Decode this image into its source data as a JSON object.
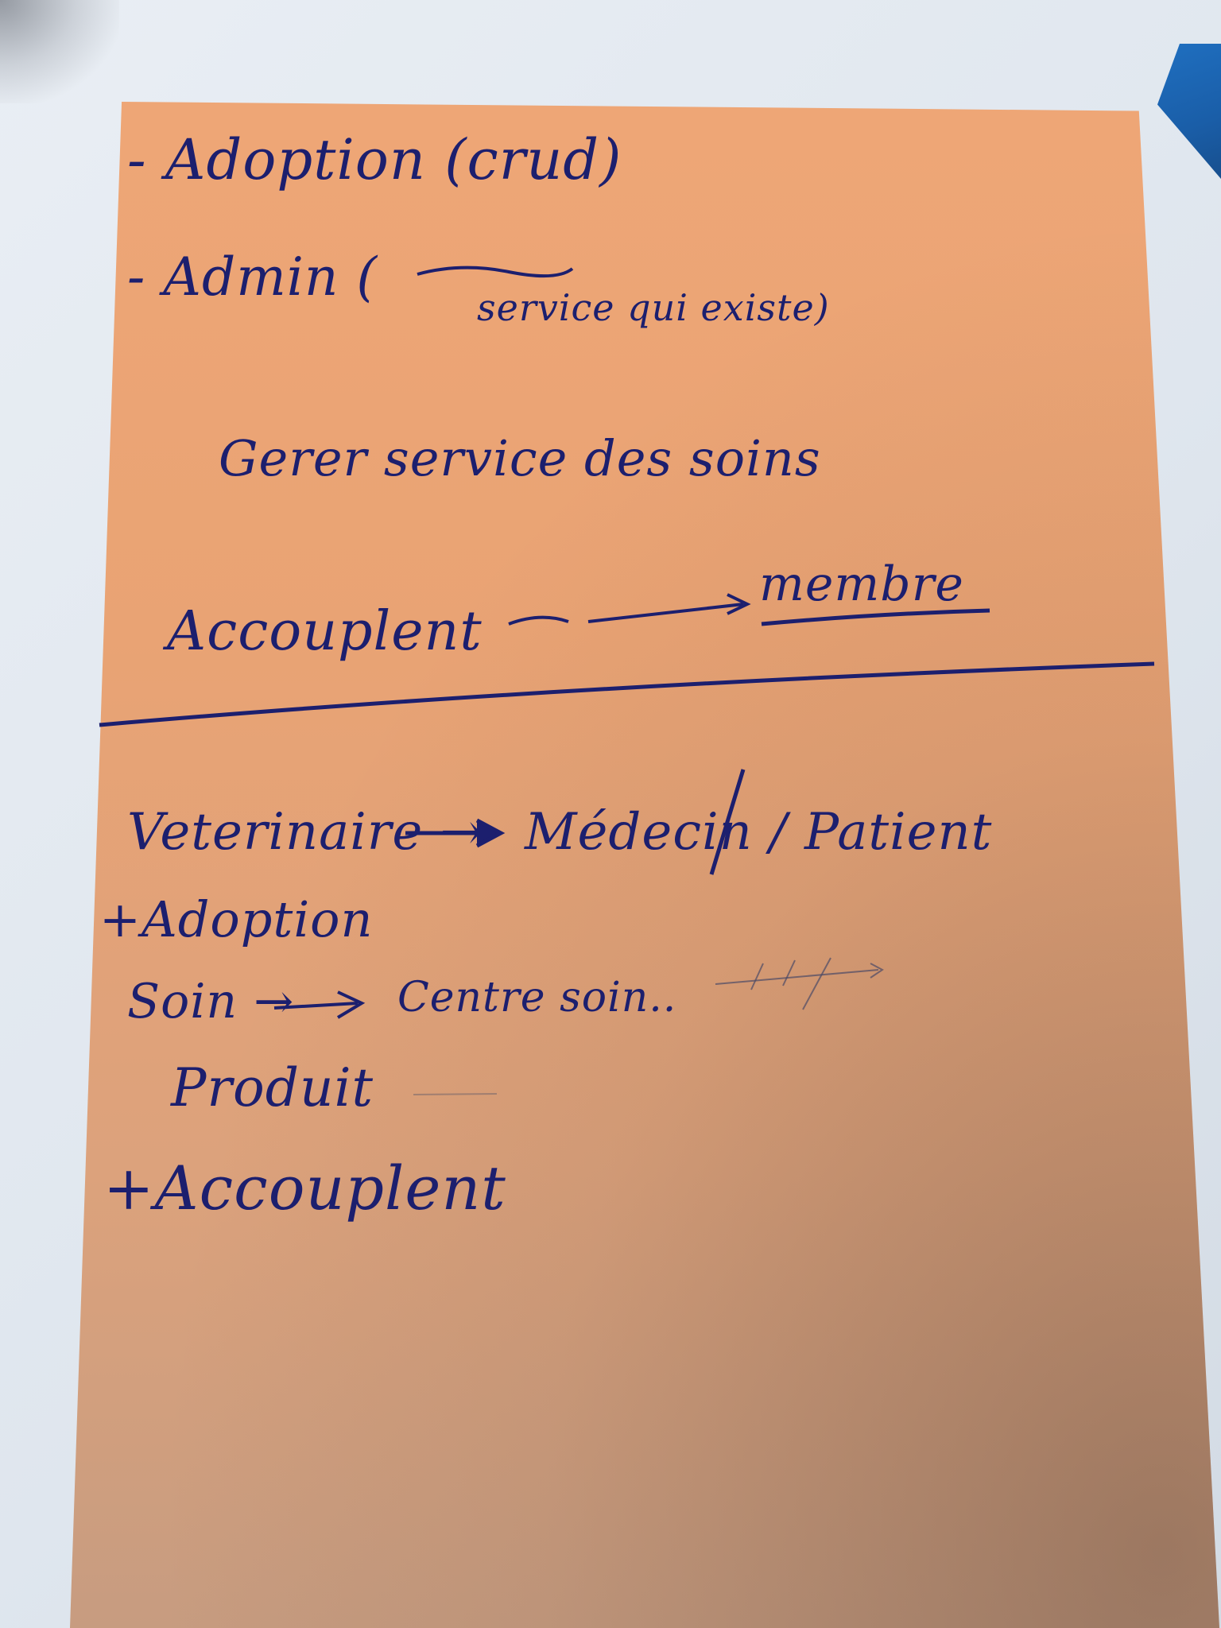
{
  "note": {
    "lines": [
      "- Adoption (crud)",
      "- Admin (",
      "service qui existe)",
      "Gerer service des soins",
      "Accouplent",
      "membre",
      "Veterinaire →",
      "Médecin / Patient",
      "+Adoption",
      "Soin →",
      "Centre soin..",
      "Produit",
      "+Accouplent"
    ]
  },
  "colors": {
    "ink": "#1c1f6e",
    "paper": "#e9a374",
    "desk": "#e3e9f0",
    "blue_object": "#1a5ea8"
  }
}
